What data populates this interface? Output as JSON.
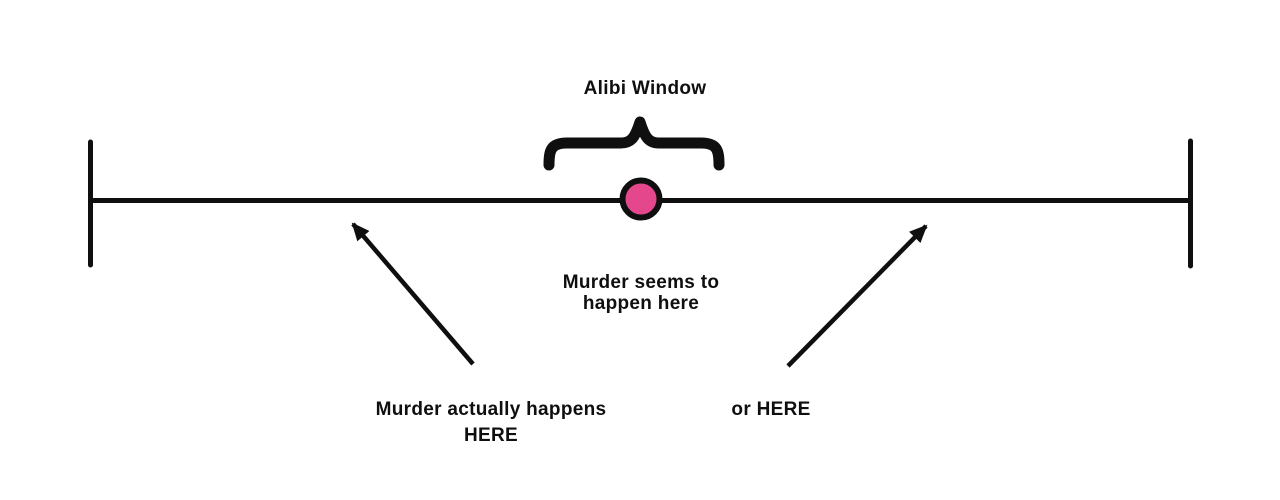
{
  "diagram": {
    "alibi_window_label": "Alibi Window",
    "seems_label": "Murder seems to\nhappen here",
    "actually_label": "Murder actually happens\nHERE",
    "or_here_label": "or HERE"
  },
  "colors": {
    "ink": "#0f0f0f",
    "accent_pink": "#e5478c"
  }
}
